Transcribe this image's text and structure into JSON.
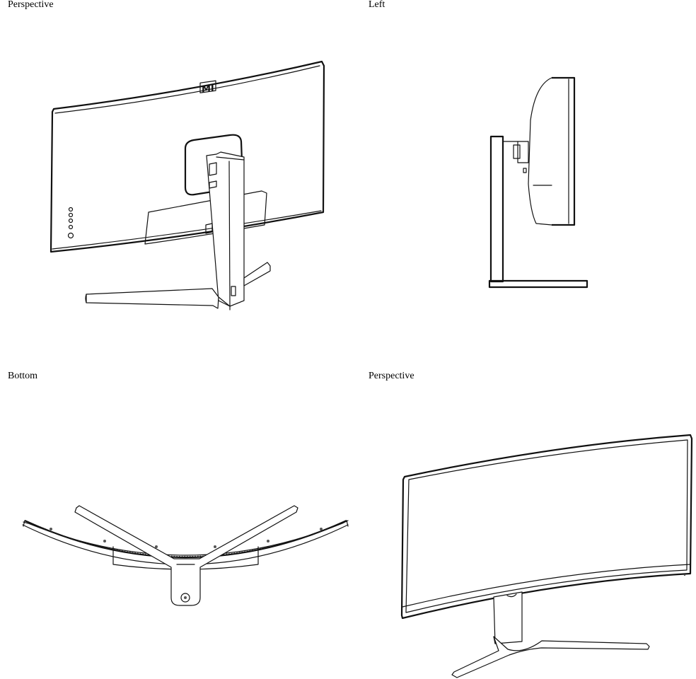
{
  "views": [
    {
      "label": "Perspective"
    },
    {
      "label": "Left"
    },
    {
      "label": "Bottom"
    },
    {
      "label": "Perspective"
    }
  ],
  "logo_text": "MI"
}
